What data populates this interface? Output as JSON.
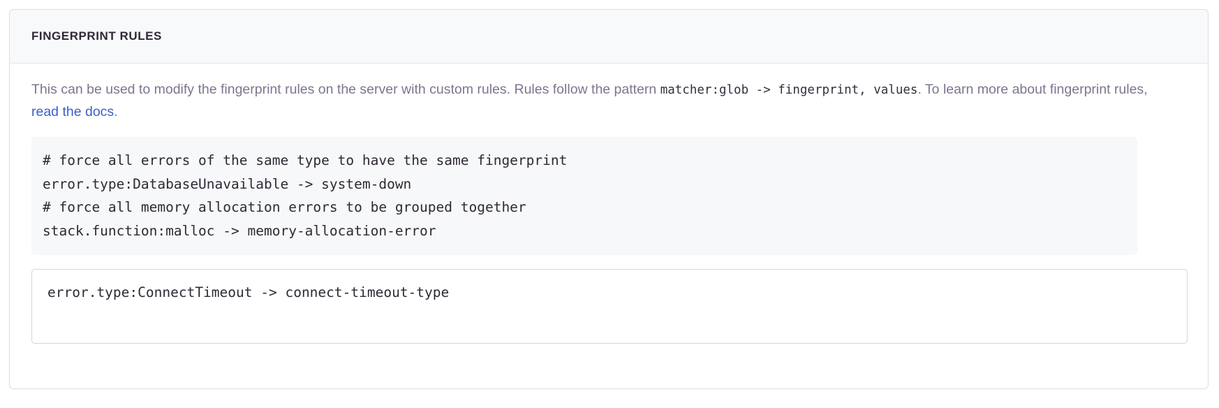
{
  "panel": {
    "header_title": "Fingerprint Rules",
    "description": {
      "part1": "This can be used to modify the fingerprint rules on the server with custom rules. Rules follow the pattern ",
      "code1": "matcher:glob -> fingerprint, values",
      "part2": ". To learn more about fingerprint rules, ",
      "link_text": "read the docs",
      "part3": "."
    },
    "example_block": {
      "lines": [
        "# force all errors of the same type to have the same fingerprint",
        "error.type:DatabaseUnavailable -> system-down",
        "# force all memory allocation errors to be grouped together",
        "stack.function:malloc -> memory-allocation-error"
      ]
    },
    "rules_input": {
      "value": "error.type:ConnectTimeout -> connect-timeout-type",
      "placeholder": ""
    }
  },
  "colors": {
    "panel_border": "#dcdce4",
    "header_bg": "#f8f9fb",
    "header_text": "#2f2936",
    "description_text": "#80748d",
    "code_text": "#362f3f",
    "link": "#3c5ecc",
    "example_bg": "#f7f8fa",
    "input_border": "#d4d4de"
  }
}
